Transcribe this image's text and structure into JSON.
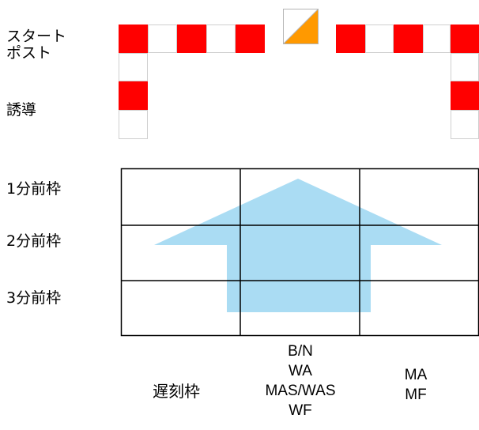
{
  "labels": {
    "start_post": "スタート\nポスト",
    "guidance": "誘導",
    "slot_1min": "1分前枠",
    "slot_2min": "2分前枠",
    "slot_3min": "3分前枠",
    "late_slot": "遅刻枠"
  },
  "columns": {
    "middle": [
      "B/N",
      "WA",
      "MAS/WAS",
      "WF"
    ],
    "right": [
      "MA",
      "MF"
    ]
  },
  "colors": {
    "tape_red": "#ff0000",
    "tape_white": "#ffffff",
    "arrow": "#aadcf3",
    "flag_orange": "#ff9900",
    "grid_line": "#000000"
  },
  "icons": {
    "flag": "orienteering-control-flag-icon",
    "arrow": "up-arrow-icon"
  }
}
